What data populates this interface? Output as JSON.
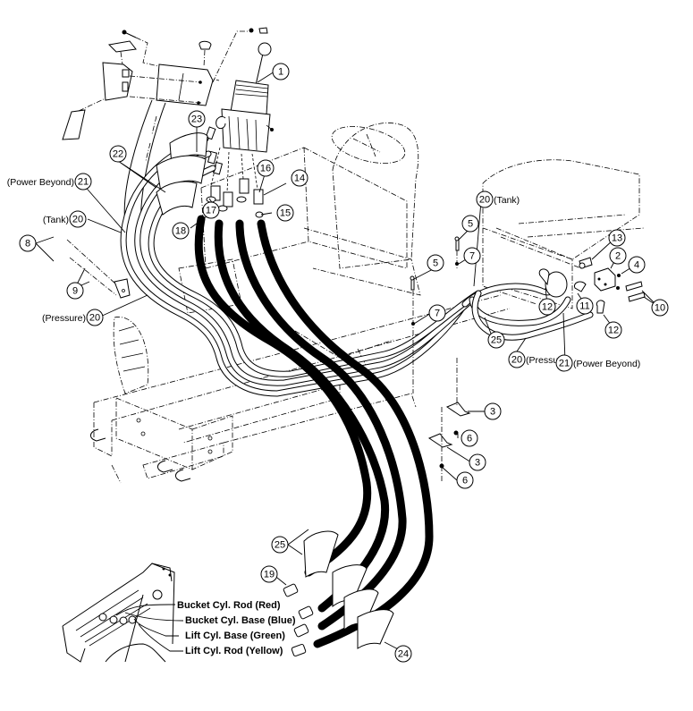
{
  "diagram": {
    "title": "Hydraulic Control Valve and Hose Assembly",
    "callouts": [
      {
        "id": "c1",
        "number": "1"
      },
      {
        "id": "c2",
        "number": "2"
      },
      {
        "id": "c3a",
        "number": "3"
      },
      {
        "id": "c3b",
        "number": "3"
      },
      {
        "id": "c4",
        "number": "4"
      },
      {
        "id": "c5a",
        "number": "5"
      },
      {
        "id": "c5b",
        "number": "5"
      },
      {
        "id": "c6a",
        "number": "6"
      },
      {
        "id": "c6b",
        "number": "6"
      },
      {
        "id": "c7a",
        "number": "7"
      },
      {
        "id": "c7b",
        "number": "7"
      },
      {
        "id": "c8",
        "number": "8"
      },
      {
        "id": "c9",
        "number": "9"
      },
      {
        "id": "c10",
        "number": "10"
      },
      {
        "id": "c11",
        "number": "11"
      },
      {
        "id": "c12a",
        "number": "12"
      },
      {
        "id": "c12b",
        "number": "12"
      },
      {
        "id": "c13",
        "number": "13"
      },
      {
        "id": "c14",
        "number": "14"
      },
      {
        "id": "c15",
        "number": "15"
      },
      {
        "id": "c16",
        "number": "16"
      },
      {
        "id": "c17",
        "number": "17"
      },
      {
        "id": "c18",
        "number": "18"
      },
      {
        "id": "c19",
        "number": "19"
      },
      {
        "id": "c20-tank-left",
        "number": "20",
        "label": "(Tank)"
      },
      {
        "id": "c20-pressure-left",
        "number": "20",
        "label": "(Pressure)"
      },
      {
        "id": "c20-tank-right",
        "number": "20",
        "label": "(Tank)"
      },
      {
        "id": "c20-pressure-right",
        "number": "20",
        "label": "(Pressure)"
      },
      {
        "id": "c21-left",
        "number": "21",
        "label": "(Power Beyond)"
      },
      {
        "id": "c21-right",
        "number": "21",
        "label": "(Power Beyond)"
      },
      {
        "id": "c22",
        "number": "22"
      },
      {
        "id": "c23",
        "number": "23"
      },
      {
        "id": "c24",
        "number": "24"
      },
      {
        "id": "c25a",
        "number": "25"
      },
      {
        "id": "c25b",
        "number": "25"
      }
    ],
    "hose_legend": [
      "Bucket Cyl. Rod (Red)",
      "Bucket Cyl. Base (Blue)",
      "Lift Cyl. Base (Green)",
      "Lift Cyl. Rod (Yellow)"
    ]
  }
}
